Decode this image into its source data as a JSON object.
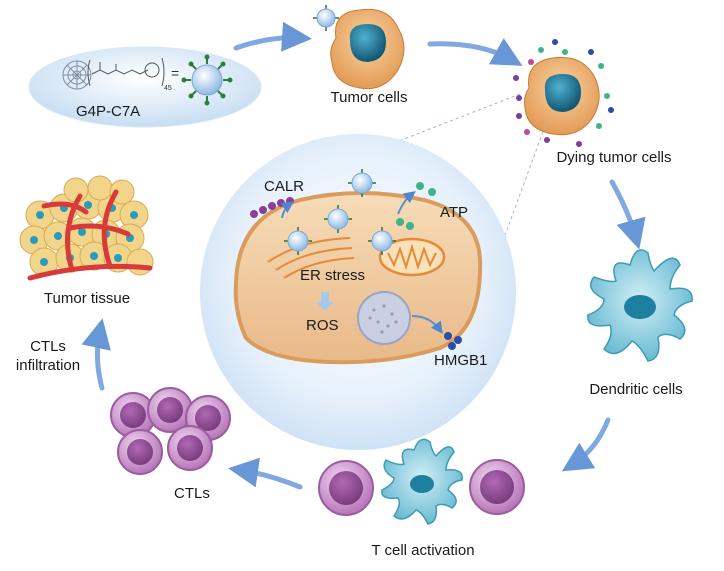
{
  "labels": {
    "g4p": "G4P-C7A",
    "tumor_cells": "Tumor cells",
    "dying_tumor_cells": "Dying tumor cells",
    "dendritic_cells": "Dendritic cells",
    "t_cell_activation": "T cell activation",
    "ctls": "CTLs",
    "ctls_infiltration": "CTLs\ninfiltration",
    "tumor_tissue": "Tumor tissue",
    "calr": "CALR",
    "atp": "ATP",
    "er_stress": "ER stress",
    "ros": "ROS",
    "hmgb1": "HMGB1",
    "formula_subscript": "45"
  },
  "colors": {
    "arrow": "#5b8fd6",
    "tumor_body": "#f1b97a",
    "tumor_nucleus": "#1b6f8e",
    "dendritic": "#8fd0e0",
    "ctl": "#c58ac6",
    "nanoparticle": "#b9d8f0",
    "spike": "#2e7d3a",
    "tissue_vessel": "#d83a3a",
    "tissue_cell": "#f0d486"
  }
}
